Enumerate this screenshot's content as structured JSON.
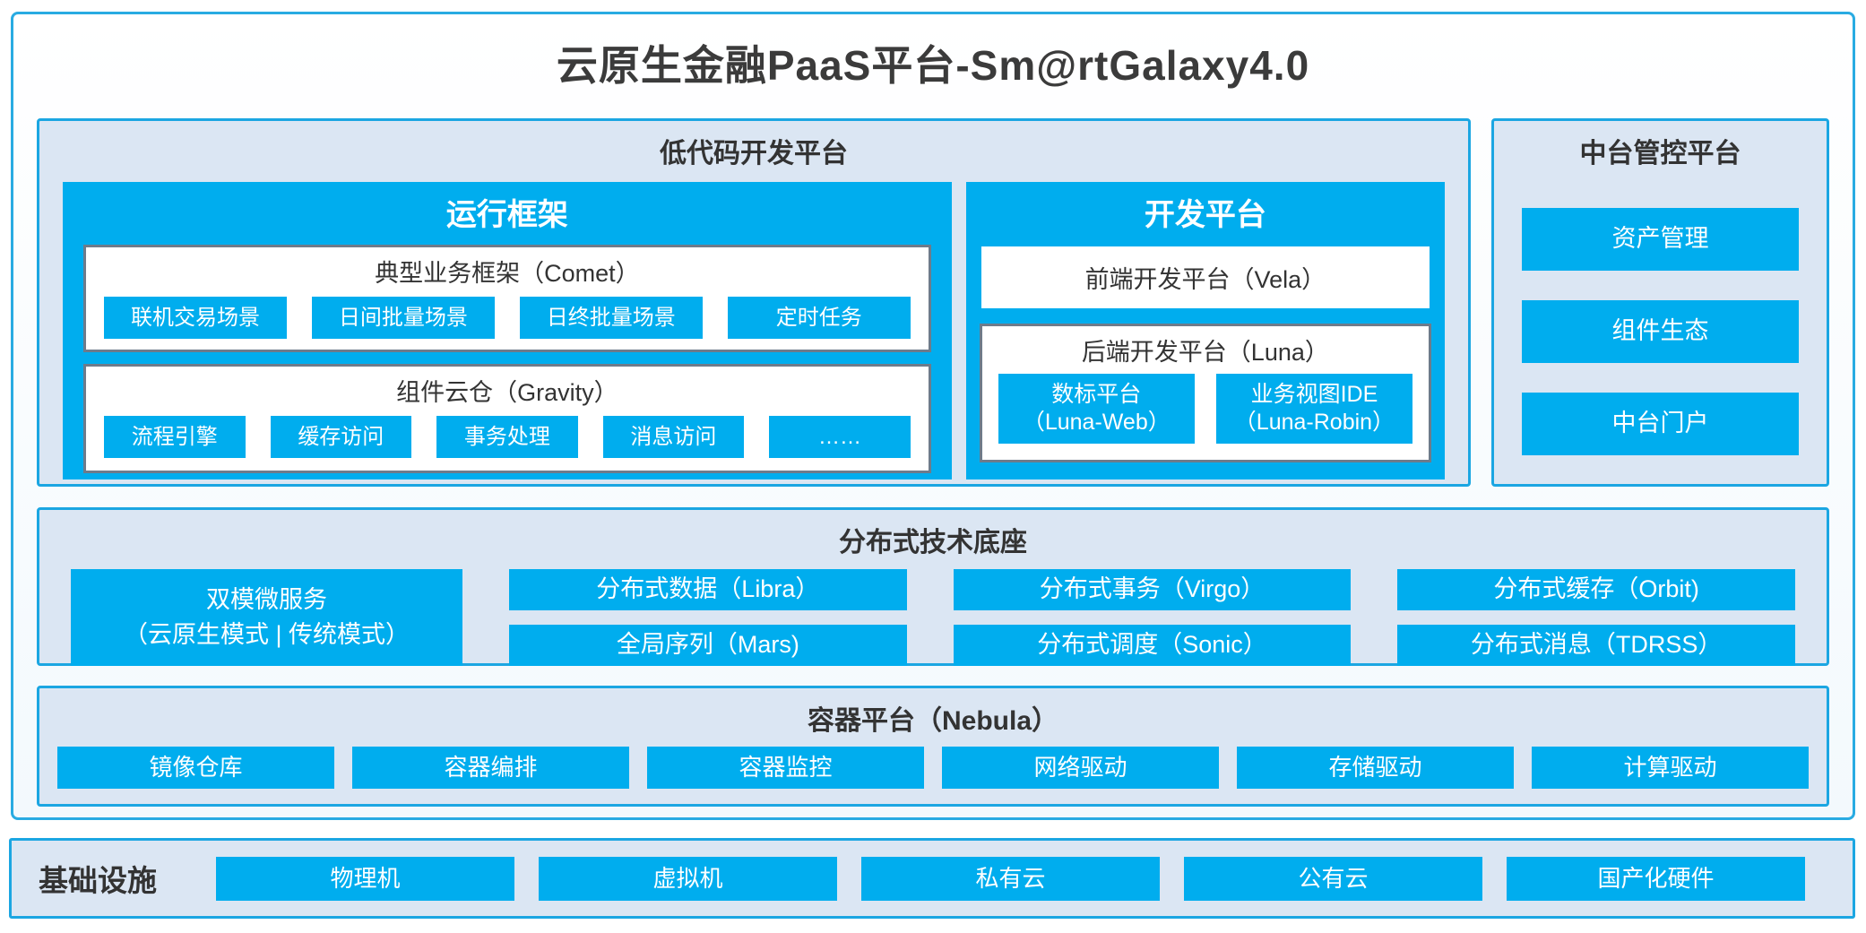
{
  "title": "云原生金融PaaS平台-Sm@rtGalaxy4.0",
  "colors": {
    "accent_blue": "#00adee",
    "panel_bg": "#dbe6f3",
    "panel_border": "#1ba6e2",
    "outer_border": "#29abe2",
    "gray_box_border": "#6e7b8a",
    "dark_text": "#3a3a3a"
  },
  "low_code": {
    "title": "低代码开发平台",
    "runtime": {
      "title": "运行框架",
      "comet": {
        "title": "典型业务框架（Comet）",
        "items": [
          "联机交易场景",
          "日间批量场景",
          "日终批量场景",
          "定时任务"
        ]
      },
      "gravity": {
        "title": "组件云仓（Gravity）",
        "items": [
          "流程引擎",
          "缓存访问",
          "事务处理",
          "消息访问",
          "……"
        ]
      }
    },
    "dev": {
      "title": "开发平台",
      "vela": "前端开发平台（Vela）",
      "luna": {
        "title": "后端开发平台（Luna）",
        "items": [
          {
            "line1": "数标平台",
            "line2": "（Luna-Web）"
          },
          {
            "line1": "业务视图IDE",
            "line2": "（Luna-Robin）"
          }
        ]
      }
    }
  },
  "mid_platform": {
    "title": "中台管控平台",
    "items": [
      "资产管理",
      "组件生态",
      "中台门户"
    ]
  },
  "distributed": {
    "title": "分布式技术底座",
    "micro_service": {
      "line1": "双模微服务",
      "line2": "（云原生模式 | 传统模式）"
    },
    "items": [
      "分布式数据（Libra）",
      "分布式事务（Virgo）",
      "分布式缓存（Orbit)",
      "全局序列（Mars)",
      "分布式调度（Sonic）",
      "分布式消息（TDRSS）"
    ]
  },
  "container_platform": {
    "title": "容器平台（Nebula）",
    "items": [
      "镜像仓库",
      "容器编排",
      "容器监控",
      "网络驱动",
      "存储驱动",
      "计算驱动"
    ]
  },
  "infrastructure": {
    "title": "基础设施",
    "items": [
      "物理机",
      "虚拟机",
      "私有云",
      "公有云",
      "国产化硬件"
    ]
  }
}
